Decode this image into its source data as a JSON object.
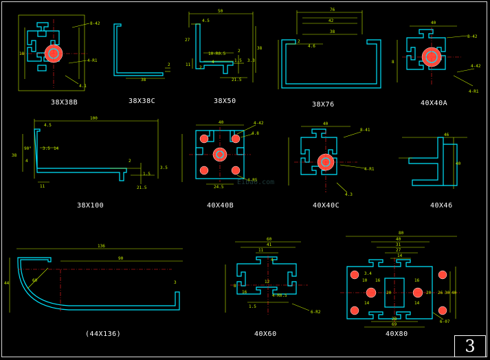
{
  "page_number": "3",
  "watermark": "Eibao.com",
  "colors": {
    "profile": "#00e5ff",
    "dimension": "#c8f000",
    "centerline": "#ff2020",
    "text": "#ffffff",
    "fill": "#ff4a3a"
  },
  "drawings": {
    "p1": {
      "caption": "38X38B",
      "dims": [
        "8-42",
        "4-R1",
        "4.1",
        "18"
      ]
    },
    "p2": {
      "caption": "38X38C",
      "dims": [
        "38",
        "2"
      ]
    },
    "p3": {
      "caption": "38X50",
      "dims": [
        "50",
        "4.5",
        "27",
        "10-R0.5",
        "4",
        "2",
        "1.5",
        "21.5",
        "3.3",
        "11",
        "2",
        "38"
      ]
    },
    "p4": {
      "caption": "38X76",
      "dims": [
        "76",
        "42",
        "38",
        "4.6",
        "2"
      ]
    },
    "p5": {
      "caption": "40X40A",
      "dims": [
        "8-42",
        "4-42",
        "4-R1",
        "40",
        "8"
      ]
    },
    "p6": {
      "caption": "38X100",
      "dims": [
        "100",
        "4.5",
        "38",
        "90°",
        "3.5",
        "14",
        "4",
        "11",
        "2",
        "3.5",
        "21.5",
        "1.5"
      ]
    },
    "p7": {
      "caption": "40X40B",
      "dims": [
        "4-42",
        "4.8",
        "4-R5",
        "40",
        "24.5"
      ]
    },
    "p8": {
      "caption": "40X40C",
      "dims": [
        "8-41",
        "4-R1",
        "40",
        "4.3"
      ]
    },
    "p9": {
      "caption": "40X46",
      "dims": [
        "46",
        "40"
      ]
    },
    "p10": {
      "caption": "(44X136)",
      "dims": [
        "136",
        "90",
        "44",
        "60",
        "3"
      ]
    },
    "p11": {
      "caption": "40X60",
      "dims": [
        "60",
        "41",
        "11",
        "4",
        "12",
        "4-R0.5",
        "16",
        "8",
        "1.5",
        "6-R2"
      ]
    },
    "p12": {
      "caption": "40X80",
      "dims": [
        "80",
        "40",
        "31",
        "27",
        "14",
        "3.4",
        "10",
        "16",
        "14",
        "20",
        "16",
        "14",
        "20",
        "26",
        "30",
        "40",
        "28",
        "69",
        "6-07"
      ]
    }
  }
}
